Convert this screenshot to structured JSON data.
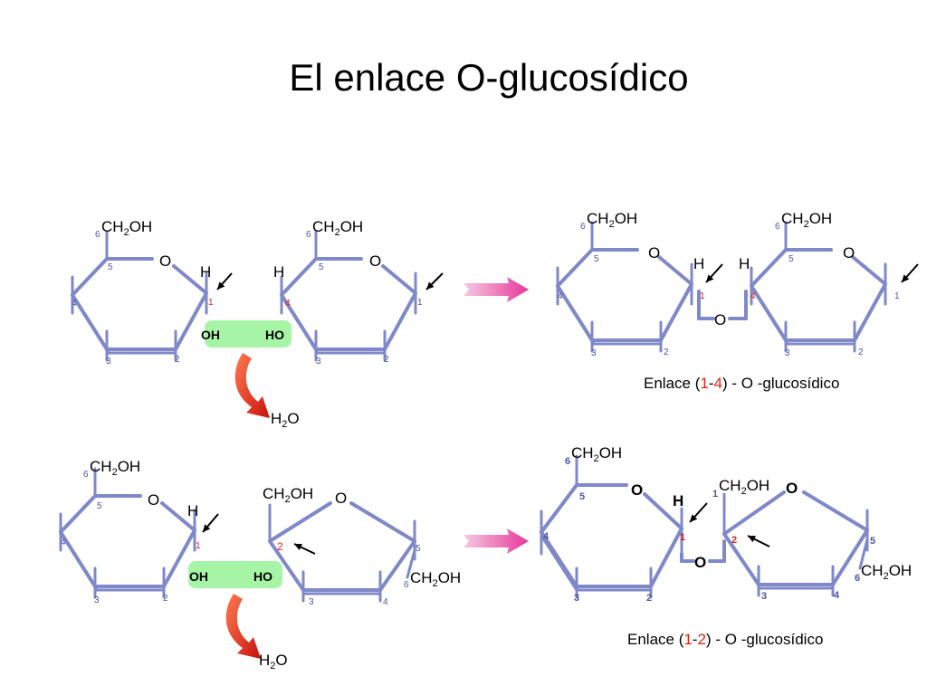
{
  "title": "El enlace O-glucosídico",
  "colors": {
    "bond": "#7f88c8",
    "bond_dark": "#5a63a8",
    "red": "#e0201c",
    "green": "#a6f5a6",
    "pink": "#e8379a"
  },
  "labels": {
    "ch2oh": "CH",
    "ch2oh_sub": "2",
    "ch2oh_end": "OH",
    "o": "O",
    "h": "H",
    "oh": "OH",
    "ho": "HO",
    "water_h": "H",
    "water_sub": "2",
    "water_o": "O",
    "n1": "1",
    "n2": "2",
    "n3": "3",
    "n4": "4",
    "n5": "5",
    "n6": "6"
  },
  "captions": {
    "top": {
      "pre": "Enlace (",
      "a": "1",
      "dash": "-",
      "b": "4",
      "post": ") - O -glucosídico"
    },
    "bottom": {
      "pre": "Enlace (",
      "a": "1",
      "dash": "-",
      "b": "2",
      "post": ") - O -glucosídico"
    }
  }
}
